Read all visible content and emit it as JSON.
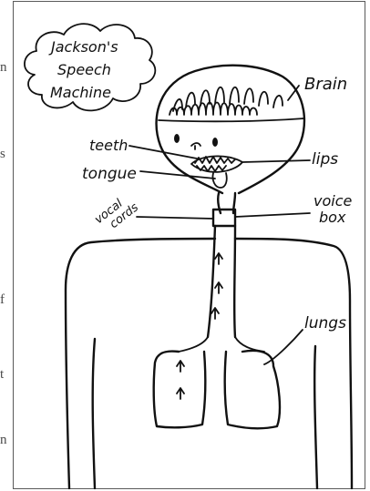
{
  "margin_text": [
    "n",
    "s",
    "f",
    "t",
    "n"
  ],
  "cloud_title": {
    "line1": "Jackson's",
    "line2": "Speech",
    "line3": "Machine"
  },
  "labels": {
    "brain": "Brain",
    "teeth": "teeth",
    "lips": "lips",
    "tongue": "tongue",
    "vocal_cords_1": "vocal",
    "vocal_cords_2": "cords",
    "voice_box_1": "voice",
    "voice_box_2": "box",
    "lungs": "lungs"
  }
}
